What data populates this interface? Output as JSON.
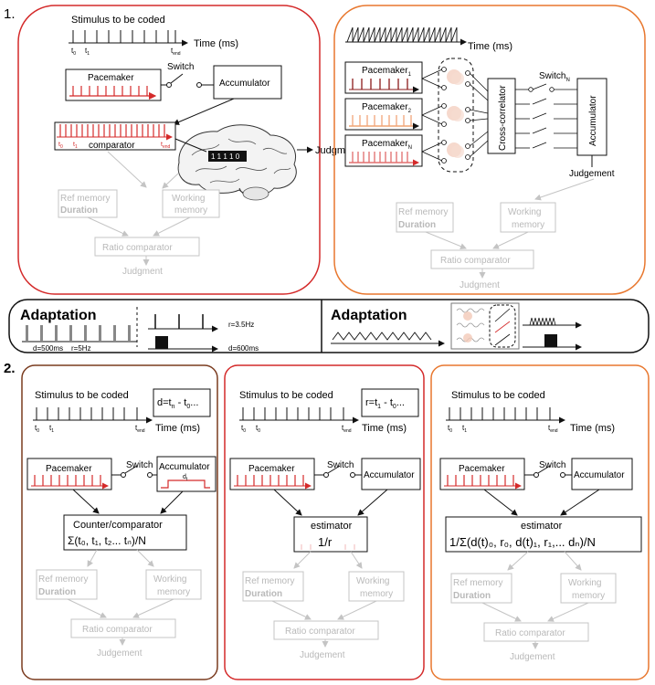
{
  "section_labels": {
    "one": "1.",
    "two": "2."
  },
  "panel1a": {
    "stimulus": "Stimulus to be coded",
    "time_axis": "Time (ms)",
    "t0": "t",
    "t0_sub": "0",
    "t1": "t",
    "t1_sub": "1",
    "tend": "t",
    "tend_sub": "end",
    "pacemaker": "Pacemaker",
    "switch": "Switch",
    "accumulator": "Accumulator",
    "comparator": "comparator",
    "comparator_code": "1 1 1 1 0",
    "comparator_t0": "t",
    "comparator_t0_sub": "0",
    "comparator_t1": "t",
    "comparator_t1_sub": "1",
    "comparator_tend": "t",
    "comparator_tend_sub": "end",
    "judgment": "Judgment",
    "ref_memory": "Ref memory",
    "duration": "Duration",
    "working": "Working",
    "memory": "memory",
    "ratio": "Ratio comparator",
    "judgment_faded": "Judgment"
  },
  "panel1b": {
    "time_axis": "Time (ms)",
    "pacemakers": [
      {
        "label": "Pacemaker",
        "sub": "1"
      },
      {
        "label": "Pacemaker",
        "sub": "2"
      },
      {
        "label": "Pacemaker",
        "sub": "N"
      }
    ],
    "cross_correlator": "Cross-correlator",
    "switch": "Switch",
    "switch_sub": "N",
    "accumulator": "Accumulator",
    "judgement": "Judgement",
    "ref_memory": "Ref memory",
    "duration": "Duration",
    "working": "Working",
    "memory": "memory",
    "ratio": "Ratio comparator",
    "judgment_faded": "Judgment"
  },
  "adaptation": {
    "left_title": "Adaptation",
    "d_adapt": "d=500ms",
    "r_adapt": "r=5Hz",
    "r_test": "r=3.5Hz",
    "d_test": "d=600ms",
    "right_title": "Adaptation"
  },
  "panel2": [
    {
      "stimulus": "Stimulus to be coded",
      "formula": "d=t",
      "formula_sub1": "n",
      "formula_mid": " - t",
      "formula_sub2": "0",
      "formula_tail": "...",
      "time_axis": "Time (ms)",
      "pacemaker": "Pacemaker",
      "switch": "Switch",
      "accumulator": "Accumulator",
      "acc_sub": "d",
      "acc_sub2": "t",
      "decoder_title": "Counter/comparator",
      "decoder_formula": "Σ(t₀, t₁, t₂... tₙ)/N",
      "ref_memory": "Ref memory",
      "duration": "Duration",
      "working": "Working",
      "memory": "memory",
      "ratio": "Ratio comparator",
      "judgement": "Judgement"
    },
    {
      "stimulus": "Stimulus to be coded",
      "formula": "r=t",
      "formula_sub1": "1",
      "formula_mid": " - t",
      "formula_sub2": "0",
      "formula_tail": "...",
      "pacemaker": "Pacemaker",
      "switch": "Switch",
      "accumulator": "Accumulator",
      "decoder_title": "estimator",
      "decoder_formula": "1/r",
      "ref_memory": "Ref memory",
      "duration": "Duration",
      "working": "Working",
      "memory": "memory",
      "ratio": "Ratio comparator",
      "judgement": "Judgement"
    },
    {
      "stimulus": "Stimulus to be coded",
      "pacemaker": "Pacemaker",
      "switch": "Switch",
      "accumulator": "Accumulator",
      "decoder_title": "estimator",
      "decoder_formula": "1/Σ(d(t)₀, r₀, d(t)₁, r₁,... dₙ)/N",
      "ref_memory": "Ref memory",
      "duration": "Duration",
      "working": "Working",
      "memory": "memory",
      "ratio": "Ratio comparator",
      "judgement": "Judgement"
    }
  ],
  "time_axis_2": "Time (ms)",
  "sub_labels": {
    "t": "t",
    "s0": "0",
    "s1": "1",
    "send": "end"
  },
  "colors": {
    "red": "#d42a2a",
    "dark_red": "#8b1a1a",
    "orange": "#e8772e",
    "brown": "#7a3b1f",
    "faded": "#b9b9b9",
    "black": "#111111"
  }
}
